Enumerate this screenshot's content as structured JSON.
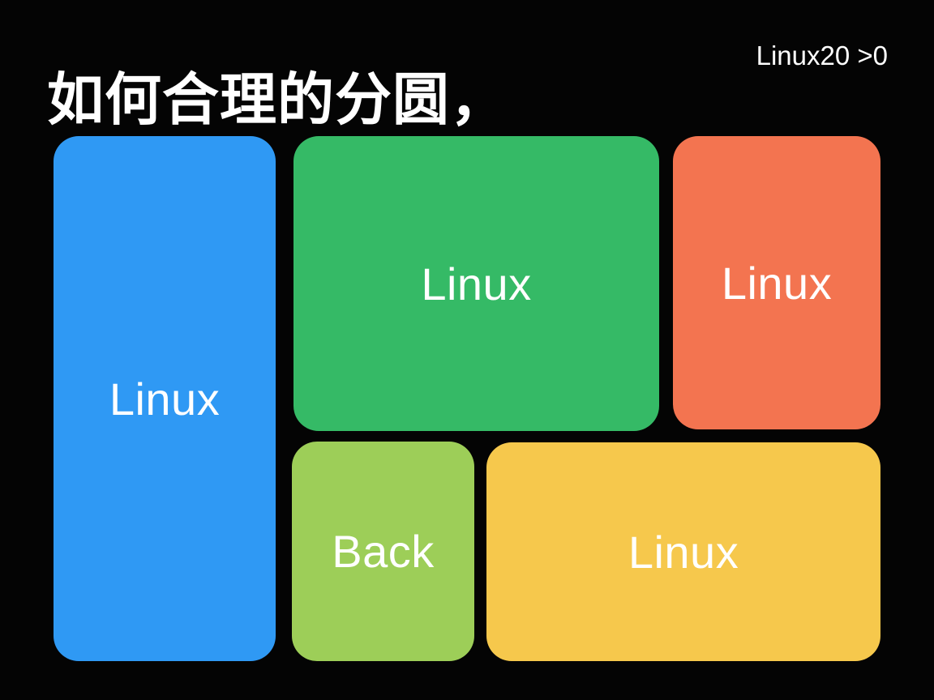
{
  "slide": {
    "title": "如何合理的分圆，",
    "corner_note": "Linux20 >0",
    "background_color": "#040404",
    "text_color": "#FFFFFF"
  },
  "tiles": [
    {
      "name": "blue-tile",
      "label": "Linux",
      "color": "#2F99F4"
    },
    {
      "name": "green-tile",
      "label": "Linux",
      "color": "#35BA66"
    },
    {
      "name": "orange-tile",
      "label": "Linux",
      "color": "#F37450"
    },
    {
      "name": "lime-tile",
      "label": "Back",
      "color": "#9DCE58"
    },
    {
      "name": "yellow-tile",
      "label": "Linux",
      "color": "#F6C84C"
    }
  ]
}
